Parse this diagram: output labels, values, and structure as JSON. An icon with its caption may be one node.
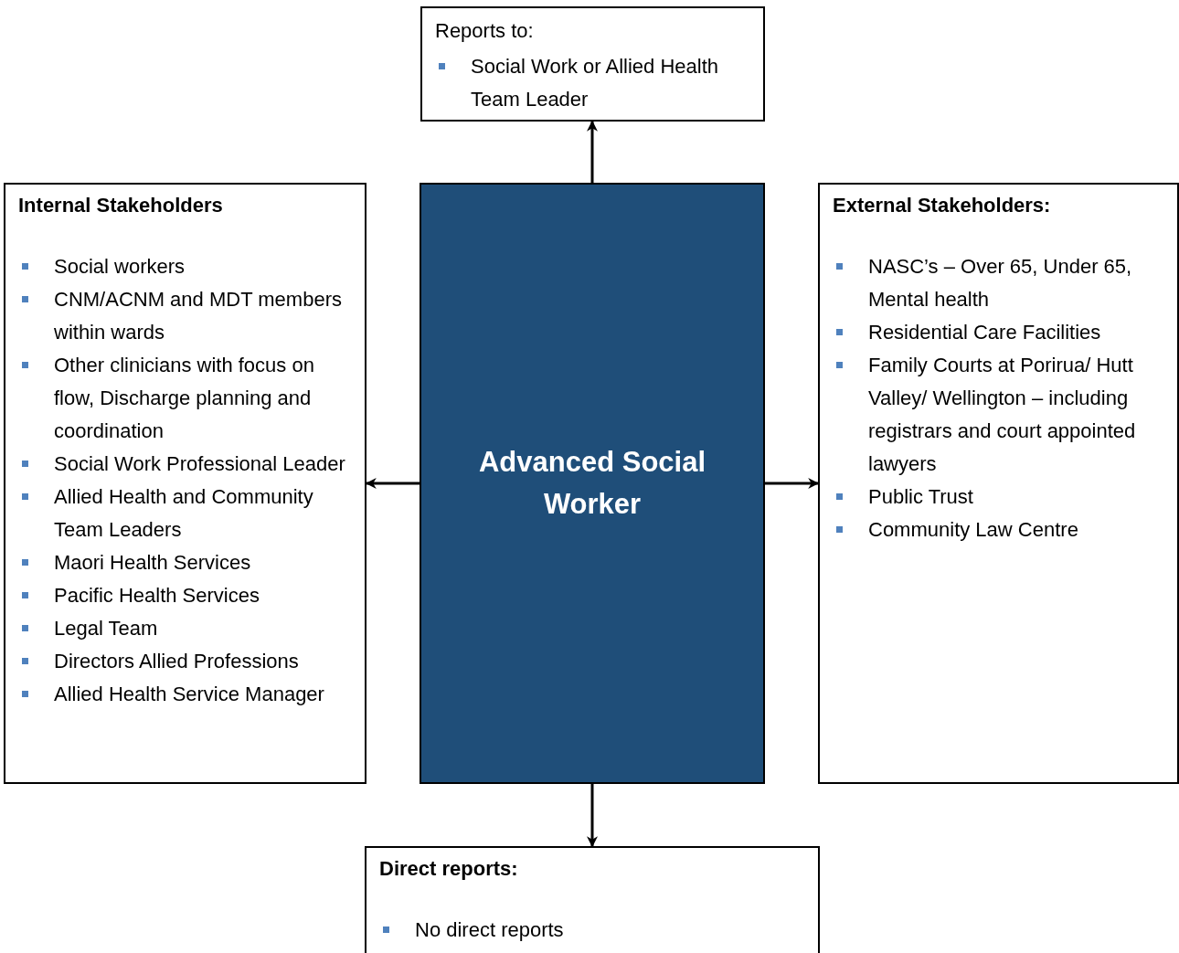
{
  "diagram": {
    "nodes": [
      {
        "text": [
          "Reports to:",
          "Social Work or Allied Health Team Leader"
        ]
      },
      {
        "text": [
          "Internal Stakeholders",
          "Social workers",
          "CNM/ACNM and MDT members within wards",
          "Other clinicians with focus on flow, Discharge planning and coordination",
          "Social Work Professional Leader",
          "Allied Health and Community Team Leaders",
          "Maori Health Services",
          "Pacific Health Services",
          "Legal Team",
          "Directors Allied Professions",
          "Allied Health Service Manager"
        ]
      },
      {
        "text": [
          "Advanced Social Worker"
        ]
      },
      {
        "text": [
          "External Stakeholders:",
          "NASC’s – Over 65, Under 65, Mental health",
          "Residential Care Facilities",
          "Family Courts at Porirua/ Hutt Valley/ Wellington – including registrars and court appointed lawyers",
          "Public Trust",
          "Community Law Centre"
        ]
      },
      {
        "text": [
          "Direct reports:",
          "No direct reports"
        ]
      }
    ],
    "edges": [
      {
        "from": 2,
        "to": 0,
        "arrow": "to"
      },
      {
        "from": 2,
        "to": 1,
        "arrow": "to"
      },
      {
        "from": 2,
        "to": 3,
        "arrow": "to"
      },
      {
        "from": 2,
        "to": 4,
        "arrow": "to"
      }
    ]
  }
}
